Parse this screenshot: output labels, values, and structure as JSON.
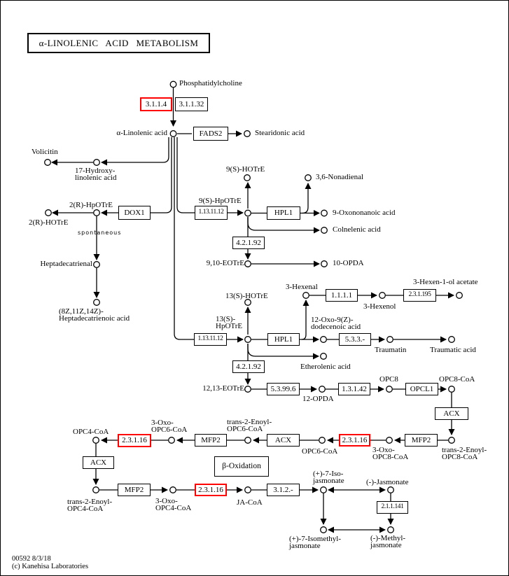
{
  "title": "α-LINOLENIC ACID METABOLISM",
  "footer": {
    "map_id": "00592 8/3/18",
    "copyright": "(c) Kanehisa Laboratories"
  },
  "colors": {
    "highlight": "#FF0000",
    "line": "#000000",
    "background": "#FFFFFF"
  },
  "enzymes": {
    "ec_3_1_1_4": "3.1.1.4",
    "ec_3_1_1_32": "3.1.1.32",
    "fads2": "FADS2",
    "dox1": "DOX1",
    "lox_9": "1.13.11.12",
    "hpl1_9": "HPL1",
    "ec_4_2_1_92_9": "4.2.1.92",
    "ec_1_1_1_1": "1.1.1.1",
    "ec_2_3_1_195": "2.3.1.195",
    "lox_13": "1.13.11.12",
    "hpl1_13": "HPL1",
    "ec_5_3_3": "5.3.3.-",
    "ec_4_2_1_92_13": "4.2.1.92",
    "ec_5_3_99_6": "5.3.99.6",
    "ec_1_3_1_42": "1.3.1.42",
    "opcl1": "OPCL1",
    "acx_r": "ACX",
    "mfp2_r": "MFP2",
    "ec_2_3_1_16_r": "2.3.1.16",
    "acx_m": "ACX",
    "mfp2_m": "MFP2",
    "ec_2_3_1_16_l": "2.3.1.16",
    "acx_l": "ACX",
    "mfp2_b": "MFP2",
    "ec_2_3_1_16_b": "2.3.1.16",
    "ec_3_1_2": "3.1.2.-",
    "ec_2_1_1_141": "2.1.1.141",
    "beta_oxidation": "β-Oxidation"
  },
  "labels": {
    "phosphatidylcholine": "Phosphatidylcholine",
    "ala": "α-Linolenic acid",
    "stearidonic": "Stearidonic acid",
    "volicitin": "Volicitin",
    "hydroxy17": "17-Hydroxy-\nlinolenic acid",
    "r2_hpotre": "2(R)-HpOTrE",
    "r2_hotre": "2(R)-HOTrE",
    "spontaneous": "spontaneous",
    "heptadecatrienal": "Heptadecatrienal",
    "heptadecatrienoic": "(8Z,11Z,14Z)-\nHeptadecatrienoic acid",
    "s9_hotre": "9(S)-HOTrE",
    "nonadienal36": "3,6-Nonadienal",
    "s9_hpotre": "9(S)-HpOTrE",
    "oxononanoic9": "9-Oxononanoic acid",
    "colnelenic": "Colnelenic acid",
    "eotre910": "9,10-EOTrE",
    "opda10": "10-OPDA",
    "s13_hotre": "13(S)-HOTrE",
    "hexenal3": "3-Hexenal",
    "s13_hpotre": "13(S)-\nHpOTrE",
    "oxo12_dodecenoic": "12-Oxo-9(Z)-\ndodecenoic acid",
    "hexen1ol_acetate": "3-Hexen-1-ol acetate",
    "hexenol3": "3-Hexenol",
    "traumatin": "Traumatin",
    "traumatic": "Traumatic acid",
    "etherolenic": "Etherolenic acid",
    "eotre1213": "12,13-EOTrE",
    "opda12": "12-OPDA",
    "opc8": "OPC8",
    "opc8coa": "OPC8-CoA",
    "te_opc8": "trans-2-Enoyl-\nOPC8-CoA",
    "oxo_opc8": "3-Oxo-\nOPC8-CoA",
    "opc6coa": "OPC6-CoA",
    "te_opc6": "trans-2-Enoyl-\nOPC6-CoA",
    "oxo_opc6": "3-Oxo-\nOPC6-CoA",
    "opc4coa": "OPC4-CoA",
    "te_opc4": "trans-2-Enoyl-\nOPC4-CoA",
    "oxo_opc4": "3-Oxo-\nOPC4-CoA",
    "jacoa": "JA-CoA",
    "isojasmonate": "(+)-7-Iso-\njasmonate",
    "jasmonate": "(-)-Jasmonate",
    "isomethyl": "(+)-7-Isomethyl-\njasmonate",
    "methyljasmonate": "(-)-Methyl-\njasmonate"
  }
}
